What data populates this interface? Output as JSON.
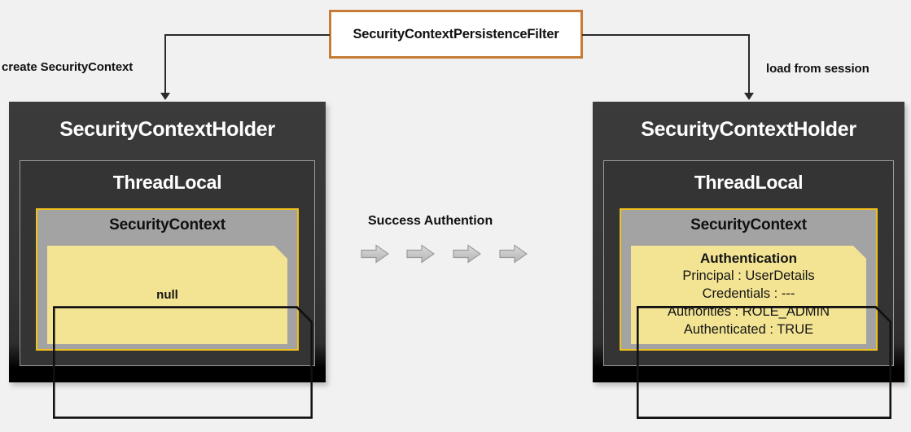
{
  "background_color": "#F1F1F1",
  "colors": {
    "filter_border": "#C87B37",
    "holder_bg": "#363636",
    "context_border": "#F0C01C",
    "context_bg": "#A3A3A3",
    "note_bg": "#F3E494",
    "arrow_gray": "#C6C6C6",
    "line": "#2b2b2b"
  },
  "filter": {
    "label": "SecurityContextPersistenceFilter"
  },
  "edges": {
    "left_label": "create SecurityContext",
    "right_label": "load from session"
  },
  "middle": {
    "label": "Success Authention",
    "arrow_count": 4,
    "arrow_icon": "block-arrow-right-icon"
  },
  "left_holder": {
    "title": "SecurityContextHolder",
    "threadlocal_title": "ThreadLocal",
    "context_title": "SecurityContext",
    "note": {
      "value": "null"
    }
  },
  "right_holder": {
    "title": "SecurityContextHolder",
    "threadlocal_title": "ThreadLocal",
    "context_title": "SecurityContext",
    "note": {
      "heading": "Authentication",
      "rows": [
        "Principal : UserDetails",
        "Credentials : ---",
        "Authorities : ROLE_ADMIN",
        "Authenticated : TRUE"
      ]
    }
  }
}
